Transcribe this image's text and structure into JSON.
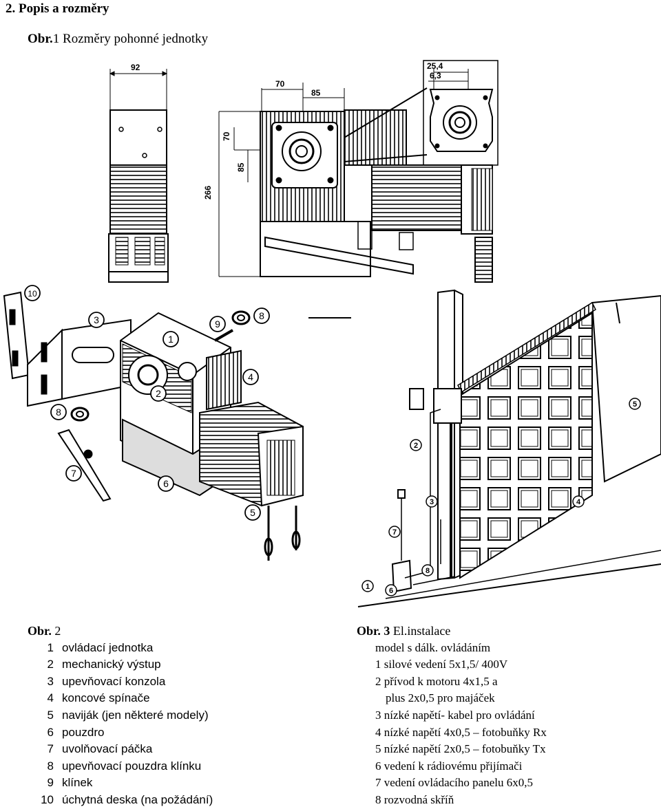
{
  "header": {
    "section_title": "2. Popis a rozměry",
    "fig1_prefix": "Obr.",
    "fig1_title": "1 Rozměry  pohonné jednotky"
  },
  "figure1": {
    "dims": {
      "d92": "92",
      "d70h": "70",
      "d85h": "85",
      "d25": "25,4",
      "d63": "6,3",
      "d70v": "70",
      "d85v": "85",
      "d266": "266"
    }
  },
  "figure2": {
    "callouts": [
      "1",
      "2",
      "3",
      "4",
      "5",
      "6",
      "7",
      "8",
      "8",
      "9",
      "10"
    ],
    "caption_prefix": "Obr.",
    "caption_num": "2",
    "items": [
      {
        "num": "1",
        "text": "ovládací jednotka"
      },
      {
        "num": "2",
        "text": "mechanický výstup"
      },
      {
        "num": "3",
        "text": "upevňovací konzola"
      },
      {
        "num": "4",
        "text": "koncové spínače"
      },
      {
        "num": "5",
        "text": "naviják  (jen některé modely)"
      },
      {
        "num": "6",
        "text": "pouzdro"
      },
      {
        "num": "7",
        "text": "uvolňovací páčka"
      },
      {
        "num": "8",
        "text": "upevňovací pouzdra klínku"
      },
      {
        "num": "9",
        "text": "klínek"
      },
      {
        "num": "10",
        "text": "úchytná deska (na požádání)"
      }
    ]
  },
  "figure3": {
    "callouts": [
      "1",
      "2",
      "3",
      "4",
      "5",
      "6",
      "7",
      "8"
    ],
    "caption_prefix": "Obr. 3",
    "caption_title": "El.instalace",
    "subtitle": "model s dálk. ovládáním",
    "items": [
      "1 silové vedení 5x1,5/ 400V",
      "2 přívod k motoru 4x1,5 a",
      "plus 2x0,5 pro majáček",
      "3 nízké napětí- kabel pro ovládání",
      "4 nízké napětí 4x0,5 – fotobuňky Rx",
      "5 nízké napětí 2x0,5 – fotobuňky Tx",
      "6 vedení k rádiovému přijímači",
      "7 vedení ovládacího panelu 6x0,5",
      "8 rozvodná skříň"
    ]
  }
}
